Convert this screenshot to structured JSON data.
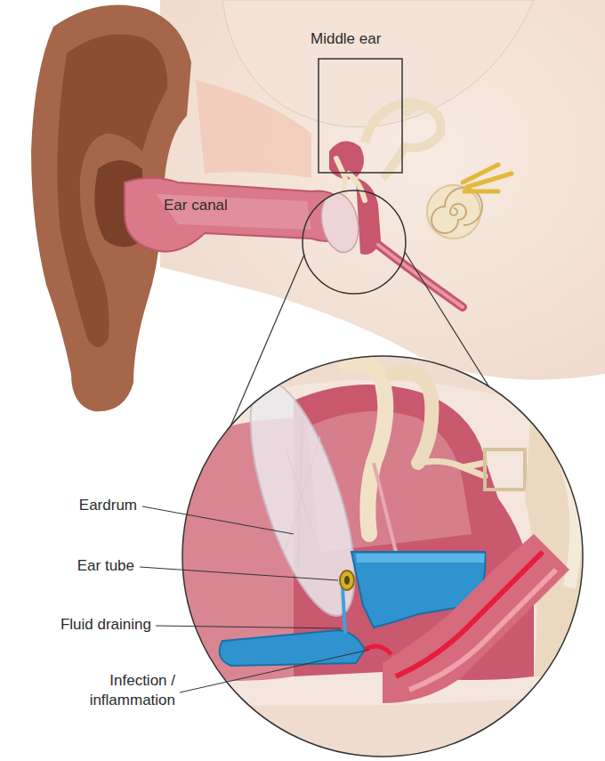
{
  "diagram": {
    "labels": [
      "Middle ear",
      "Ear canal",
      "Eardrum",
      "Ear tube",
      "Fluid draining",
      "Infection / inflammation"
    ]
  }
}
